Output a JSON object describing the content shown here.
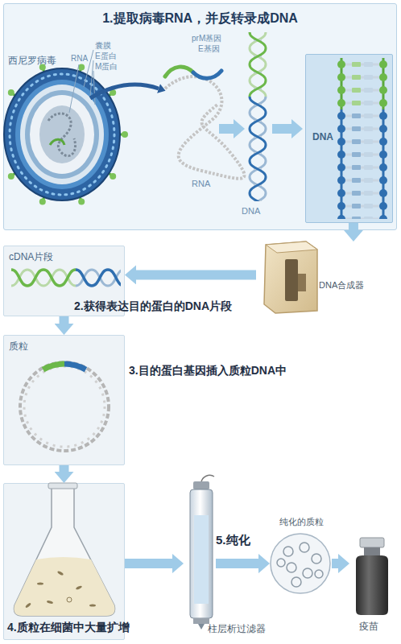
{
  "diagram": {
    "nodes": [
      {
        "text": [
          "1.提取病毒RNA，并反转录成DNA"
        ]
      },
      {
        "text": [
          "DNA"
        ],
        "in": 0
      },
      {
        "text": [
          "DNA合成器"
        ]
      },
      {
        "text": [
          "cDNA片段"
        ]
      },
      {
        "text": [
          "质粒"
        ]
      },
      {
        "text": [
          "4.质粒在细菌中大量扩增"
        ]
      },
      {
        "text": [
          "5.纯化",
          "柱层析过滤器"
        ]
      },
      {
        "text": [
          "纯化的质粒"
        ]
      },
      {
        "text": [
          "疫苗"
        ]
      }
    ],
    "edges": [
      {
        "from": 1,
        "to": 2,
        "arrow": "to"
      },
      {
        "from": 2,
        "to": 3,
        "arrow": "to"
      },
      {
        "from": 3,
        "to": 4,
        "arrow": "to"
      },
      {
        "from": 4,
        "to": 5,
        "arrow": "to"
      },
      {
        "from": 5,
        "to": 6,
        "arrow": "to"
      },
      {
        "from": 6,
        "to": 7,
        "arrow": "to"
      },
      {
        "from": 7,
        "to": 8,
        "arrow": "to"
      }
    ],
    "labels": [
      "西尼罗病毒",
      "RNA",
      "囊膜",
      "E蛋白",
      "M蛋白",
      "prM基因",
      "E基因",
      "RNA",
      "DNA",
      "2.获得表达目的蛋白的DNA片段",
      "3.目的蛋白基因插入质粒DNA中"
    ]
  }
}
